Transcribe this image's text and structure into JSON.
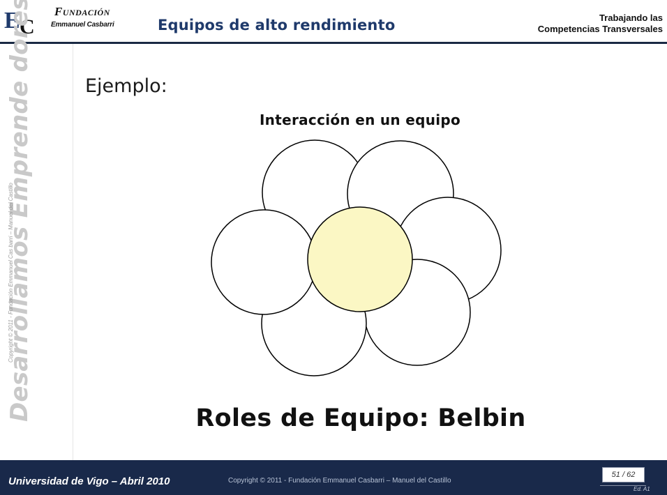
{
  "header": {
    "logo_letters": "EC",
    "logo_fundacion": "Fundación",
    "logo_emmanuel": "Emmanuel Casbarri",
    "title": "Equipos de alto rendimiento",
    "right_line1": "Trabajando las",
    "right_line2": "Competencias Transversales"
  },
  "sidebar": {
    "vertical_title": "Desarrollamos Emprende dores",
    "copyright": "Copyright © 2011 - Fundación Emmanuel Cas barri – Manuel del Castillo"
  },
  "content": {
    "section_label": "Ejemplo:",
    "diagram_title": "Interacción en un equipo",
    "main_heading": "Roles de Equipo: Belbin"
  },
  "diagram": {
    "outer_circles": 6,
    "outer_fill": "#ffffff",
    "center_fill": "#fbf7c4",
    "stroke": "#000000"
  },
  "footer": {
    "left": "Universidad de Vigo – Abril 2010",
    "copyright": "Copyright © 2011 - Fundación Emmanuel Casbarri – Manuel del Castillo",
    "page": "51 / 62",
    "edition": "Ed. A1"
  },
  "colors": {
    "title_blue": "#1f3a6b",
    "footer_navy": "#19294a",
    "watermark_gray": "#c9c9c9"
  }
}
